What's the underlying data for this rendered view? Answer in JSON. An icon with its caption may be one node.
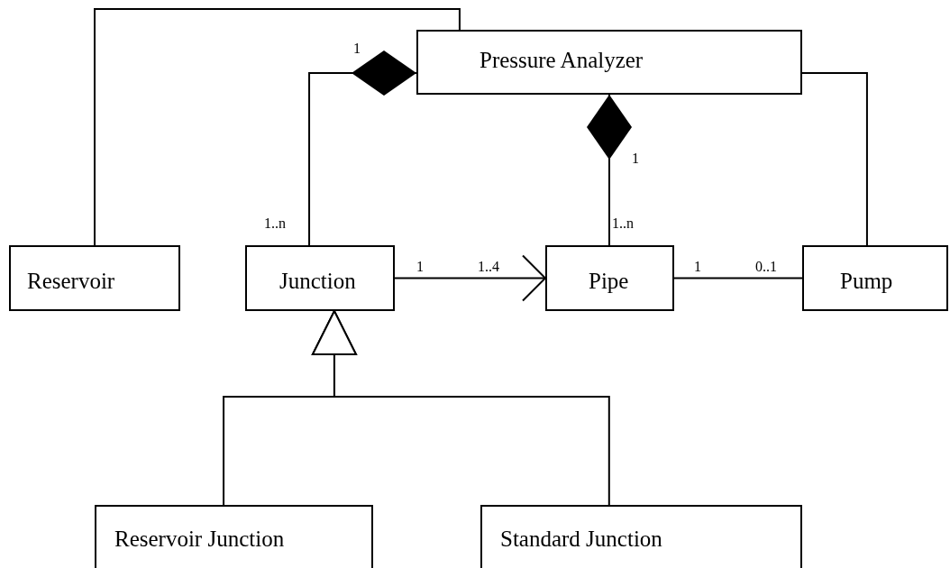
{
  "diagram": {
    "nodes": [
      {
        "text": [
          "Pressure Analyzer"
        ]
      },
      {
        "text": [
          "Reservoir"
        ]
      },
      {
        "text": [
          "Junction"
        ]
      },
      {
        "text": [
          "Pipe"
        ]
      },
      {
        "text": [
          "Pump"
        ]
      },
      {
        "text": [
          "Reservoir Junction"
        ]
      },
      {
        "text": [
          "Standard Junction"
        ]
      }
    ],
    "edges": [
      {
        "from": 1,
        "to": 0,
        "arrow": "none"
      },
      {
        "from": 0,
        "to": 2,
        "arrow": "other"
      },
      {
        "from": 0,
        "to": 3,
        "arrow": "other"
      },
      {
        "from": 0,
        "to": 4,
        "arrow": "none"
      },
      {
        "from": 2,
        "to": 3,
        "arrow": "to"
      },
      {
        "from": 3,
        "to": 4,
        "arrow": "none"
      },
      {
        "from": 5,
        "to": 2,
        "arrow": "to"
      },
      {
        "from": 6,
        "to": 2,
        "arrow": "to"
      }
    ],
    "labels": [
      "1",
      "1..n",
      "1",
      "1..n",
      "1",
      "1..4",
      "1",
      "0..1"
    ]
  }
}
